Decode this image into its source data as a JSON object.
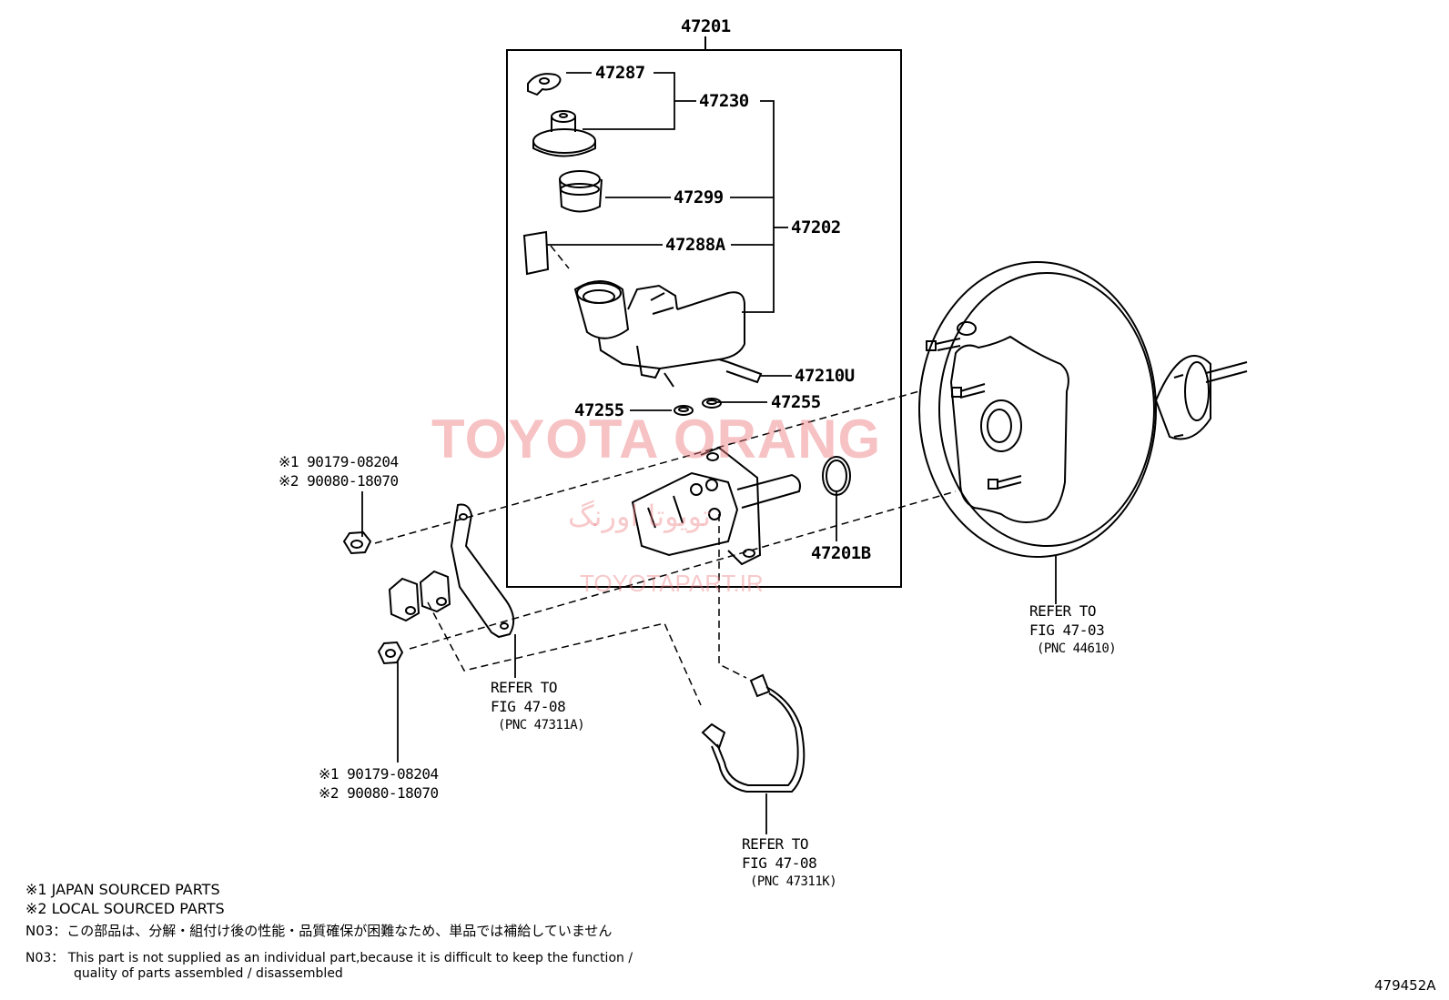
{
  "labels": {
    "p47201": "47201",
    "p47287": "47287",
    "p47230": "47230",
    "p47299": "47299",
    "p47202": "47202",
    "p47288a": "47288A",
    "p47210u": "47210U",
    "p47255_left": "47255",
    "p47255_right": "47255",
    "p47201b": "47201B",
    "nut_top_1": "※1 90179-08204",
    "nut_top_2": "※2 90080-18070",
    "nut_bottom_1": "※1 90179-08204",
    "nut_bottom_2": "※2 90080-18070",
    "ref_bracket": [
      "REFER TO",
      "FIG 47-08",
      "(PNC 47311A)"
    ],
    "ref_tube": [
      "REFER TO",
      "FIG 47-08",
      "(PNC 47311K)"
    ],
    "ref_booster": [
      "REFER TO",
      "FIG 47-03",
      "(PNC 44610)"
    ],
    "diagram_id": "479452A"
  },
  "notes": {
    "n1": "※1 JAPAN SOURCED PARTS",
    "n2": "※2 LOCAL SOURCED PARTS",
    "n03_jp": "N03：この部品は、分解・組付け後の性能・品質確保が困難なため、単品では補給していません",
    "n03_en_1": "N03： This part is not supplied as an individual part,because it is difficult to keep the function /",
    "n03_en_2": "quality of parts assembled / disassembled"
  },
  "watermark": {
    "brand": "TOYOTA ORANG",
    "persian": "تویوتا اورنگ",
    "site": "TOYOTAPART.IR",
    "color": "#eb787d"
  }
}
